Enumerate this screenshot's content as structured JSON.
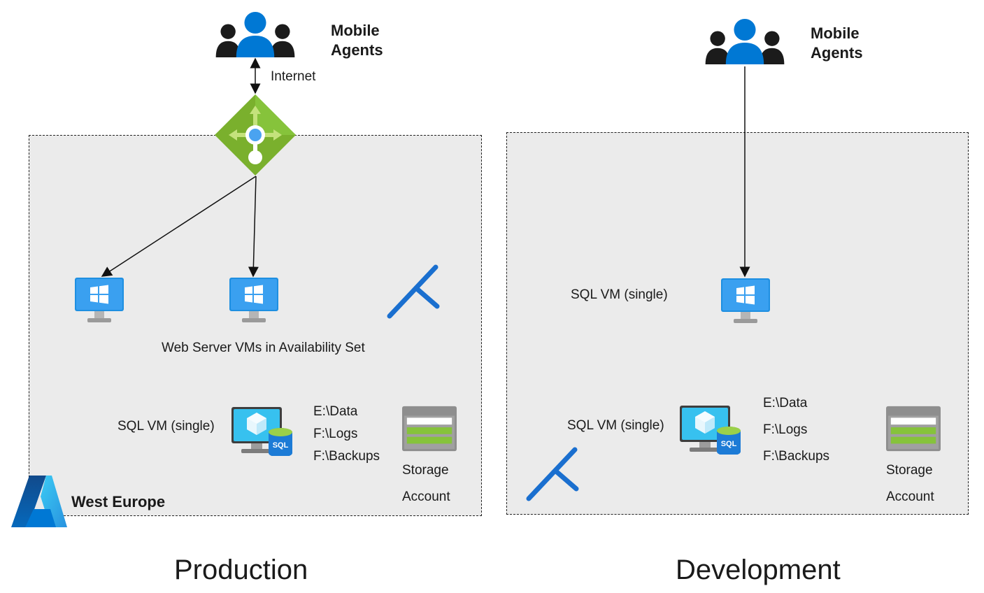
{
  "production": {
    "title": "Production",
    "agents_label": "Mobile Agents",
    "internet_label": "Internet",
    "web_vms_label": "Web Server VMs in Availability Set",
    "sql_vm_label": "SQL VM (single)",
    "drives": [
      "E:\\Data",
      "F:\\Logs",
      "F:\\Backups"
    ],
    "storage_label": [
      "Storage",
      "Account"
    ],
    "region_label": "West Europe"
  },
  "development": {
    "title": "Development",
    "agents_label": "Mobile Agents",
    "sql_vm_label": "SQL VM (single)",
    "sql_vm_label_2": "SQL VM (single)",
    "drives": [
      "E:\\Data",
      "F:\\Logs",
      "F:\\Backups"
    ],
    "storage_label": [
      "Storage",
      "Account"
    ]
  },
  "icons": {
    "sql_badge": "SQL"
  },
  "colors": {
    "azure_blue": "#0078d4",
    "lb_green": "#7ab02d",
    "region_fill": "#ebebeb"
  }
}
